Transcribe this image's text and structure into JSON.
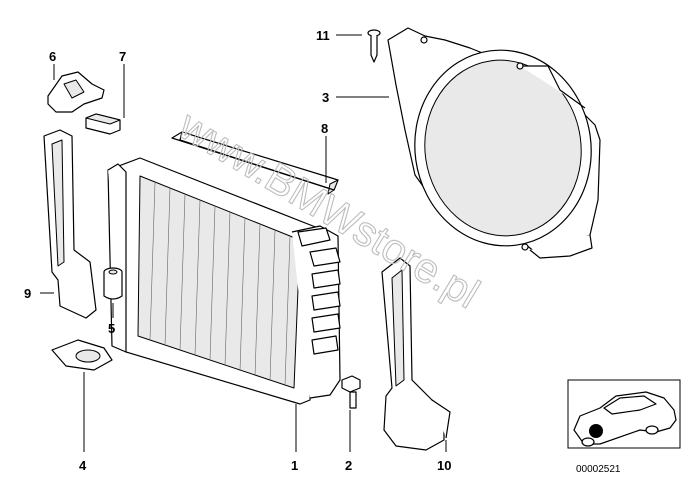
{
  "watermark": "www.BMWstore.pl",
  "diagram_code": "00002521",
  "callouts": [
    {
      "id": "callout-1",
      "label": "1"
    },
    {
      "id": "callout-2",
      "label": "2"
    },
    {
      "id": "callout-3",
      "label": "3"
    },
    {
      "id": "callout-4",
      "label": "4"
    },
    {
      "id": "callout-5",
      "label": "5"
    },
    {
      "id": "callout-6",
      "label": "6"
    },
    {
      "id": "callout-7",
      "label": "7"
    },
    {
      "id": "callout-8",
      "label": "8"
    },
    {
      "id": "callout-9",
      "label": "9"
    },
    {
      "id": "callout-10",
      "label": "10"
    },
    {
      "id": "callout-11",
      "label": "11"
    }
  ]
}
